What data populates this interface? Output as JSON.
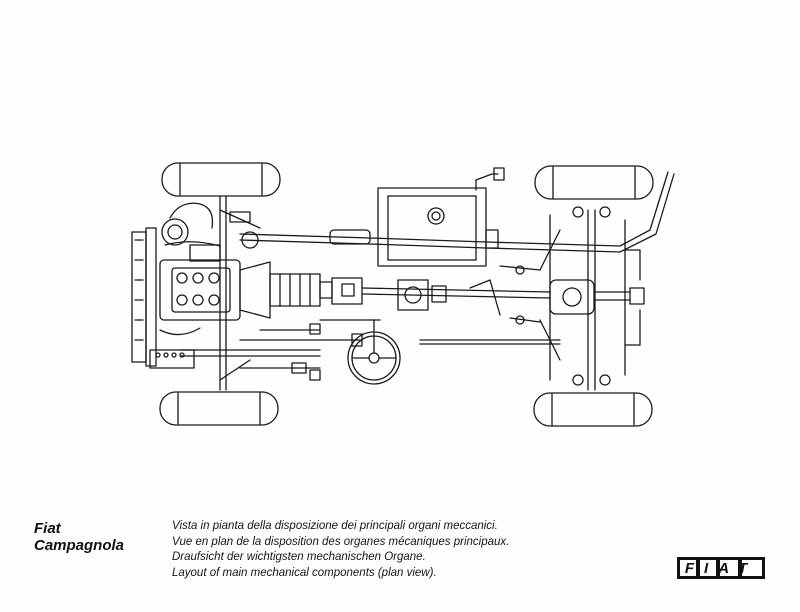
{
  "title": {
    "line1": "Fiat",
    "line2": "Campagnola"
  },
  "caption": [
    "Vista in pianta della disposizione dei principali organi meccanici.",
    "Vue en plan de la disposition des organes mécaniques principaux.",
    "Draufsicht der wichtigsten mechanischen Organe.",
    "Layout of main mechanical components (plan view)."
  ],
  "logo": {
    "text": "FIAT"
  },
  "illustration": {
    "icon": "chassis-plan-view-drawing"
  }
}
